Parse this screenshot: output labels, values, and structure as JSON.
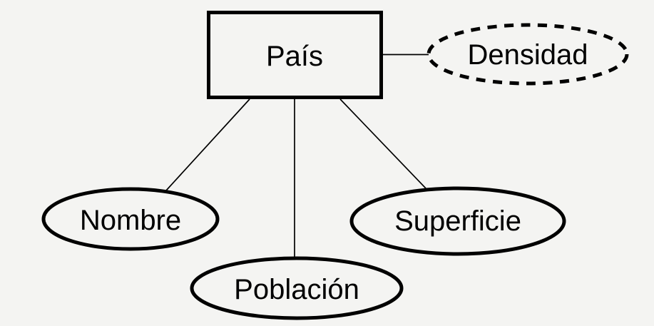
{
  "colors": {
    "background": "#f4f4f2",
    "stroke": "#000000",
    "text": "#000000"
  },
  "entity": {
    "label": "País"
  },
  "attributes": {
    "nombre": {
      "label": "Nombre",
      "derived": false
    },
    "poblacion": {
      "label": "Población",
      "derived": false
    },
    "superficie": {
      "label": "Superficie",
      "derived": false
    },
    "densidad": {
      "label": "Densidad",
      "derived": true
    }
  }
}
